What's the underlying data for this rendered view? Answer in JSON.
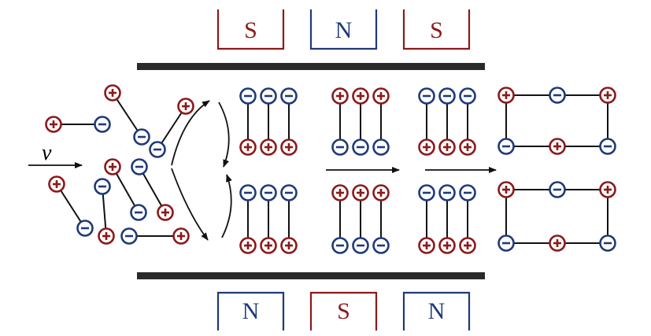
{
  "colors": {
    "positive": "#8B1A1A",
    "negative": "#1F3A7A",
    "magnet_south": "#8B1A1A",
    "magnet_north": "#1F3A7A",
    "plate": "#2a2a2a",
    "bond": "#111111"
  },
  "labels": {
    "velocity": "v",
    "positive_symbol": "+",
    "negative_symbol": "−"
  },
  "magnets_top": [
    {
      "label": "S",
      "pole": "south"
    },
    {
      "label": "N",
      "pole": "north"
    },
    {
      "label": "S",
      "pole": "south"
    }
  ],
  "magnets_bottom": [
    {
      "label": "N",
      "pole": "north"
    },
    {
      "label": "S",
      "pole": "south"
    },
    {
      "label": "N",
      "pole": "north"
    }
  ]
}
